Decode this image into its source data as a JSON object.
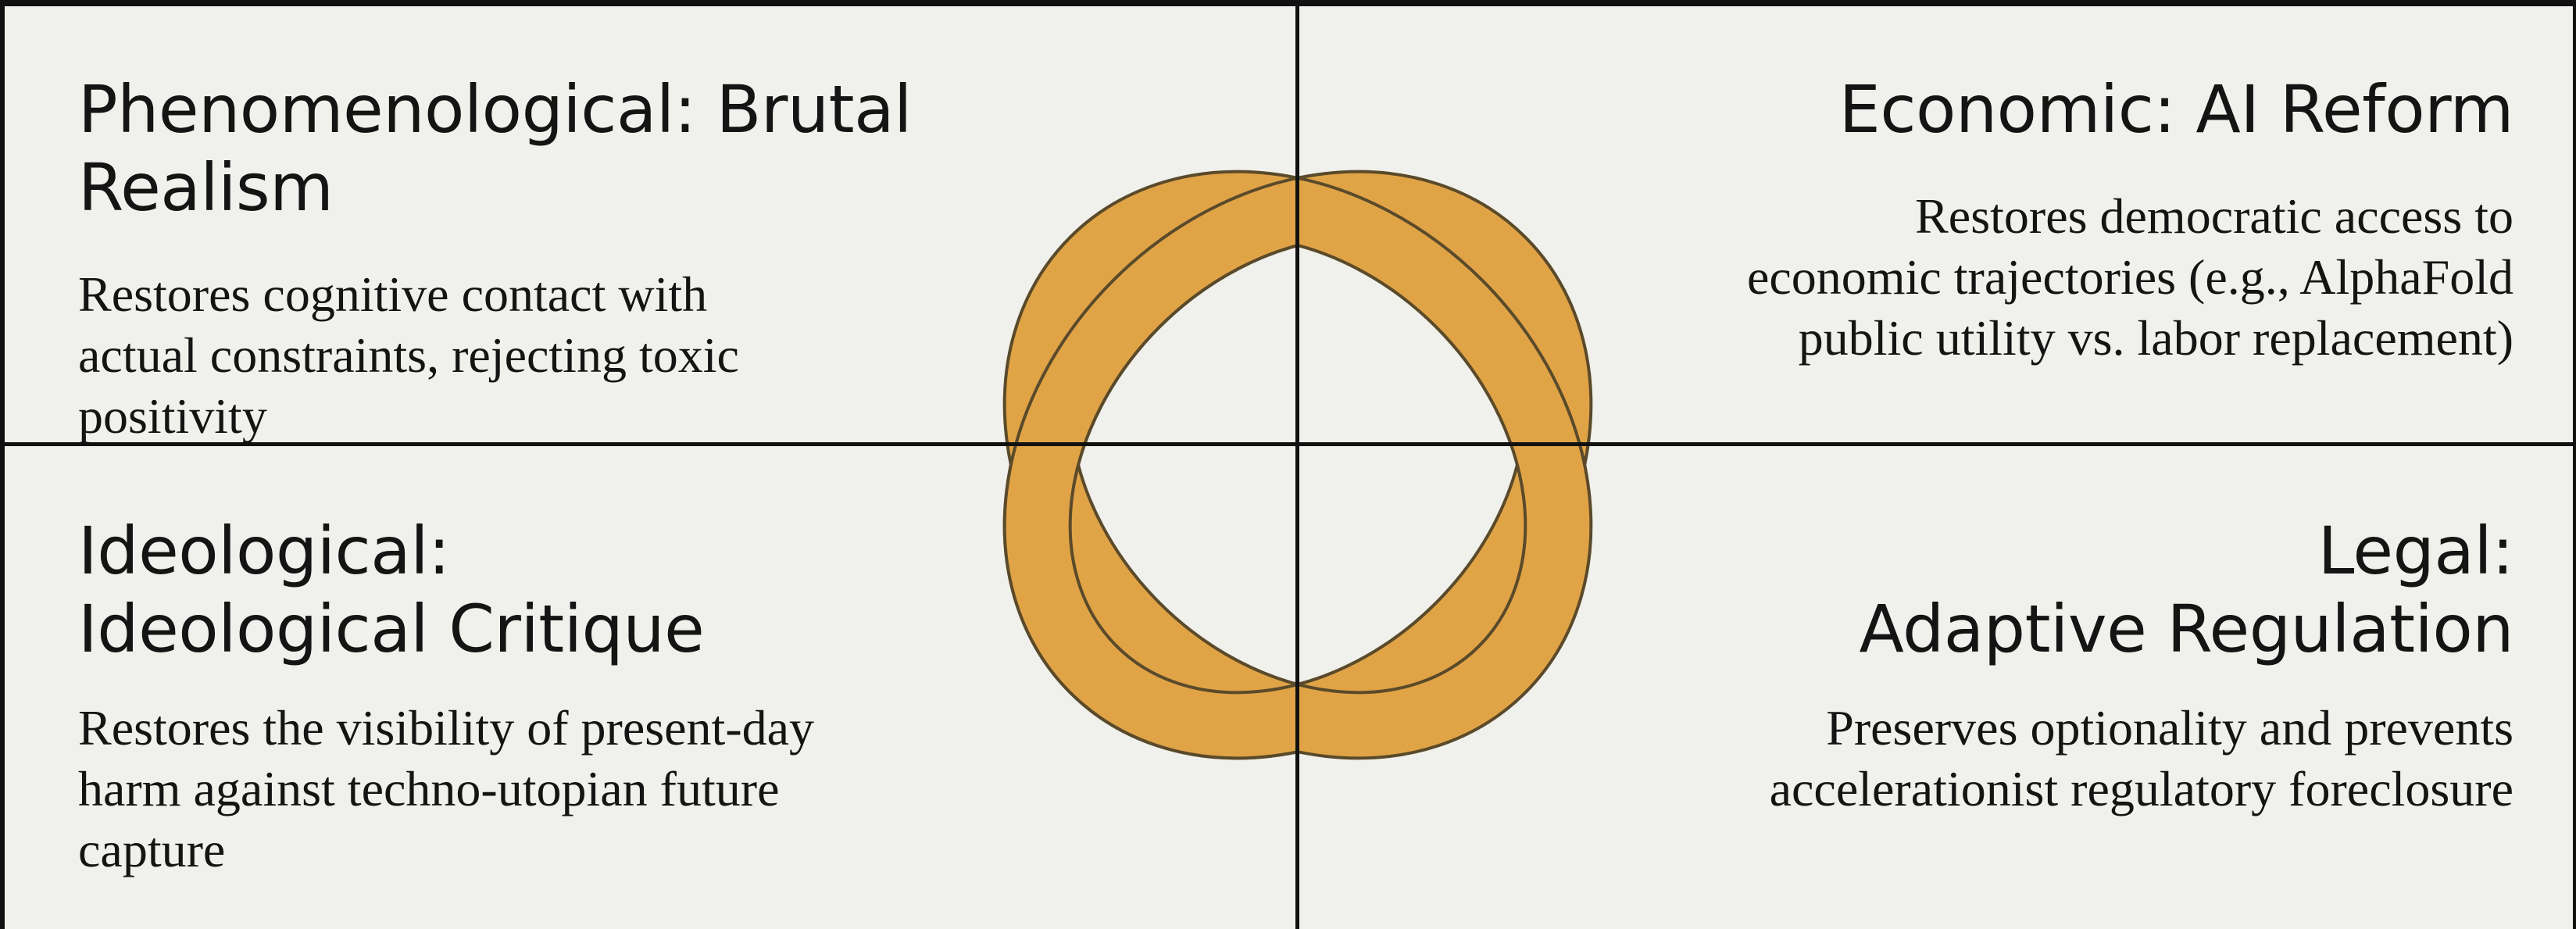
{
  "quadrants": {
    "top_left": {
      "heading": "Phenomenological: Brutal Realism",
      "body_lines": [
        "Restores cognitive contact with",
        "actual constraints, rejecting toxic",
        "positivity"
      ]
    },
    "top_right": {
      "heading": "Economic: AI Reform",
      "body_lines": [
        "Restores democratic access to",
        "economic trajectories (e.g., AlphaFold",
        "public utility vs. labor replacement)"
      ]
    },
    "bottom_left": {
      "heading_lines": [
        "Ideological:",
        "Ideological Critique"
      ],
      "body_lines": [
        "Restores the visibility of present-day",
        "harm against techno-utopian future",
        "capture"
      ]
    },
    "bottom_right": {
      "heading_lines": [
        "Legal:",
        "Adaptive Regulation"
      ],
      "body_lines": [
        "Preserves optionality and prevents",
        "accelerationist regulatory foreclosure"
      ]
    }
  },
  "colors": {
    "background": "#f0f0ec",
    "grid_lines": "#111111",
    "knot_fill": "#e0a447",
    "knot_stroke": "#5a4a2a"
  },
  "icon": "interlocking-rings-knot"
}
